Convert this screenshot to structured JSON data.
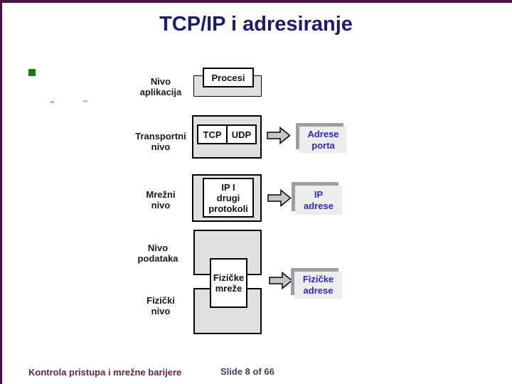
{
  "slide": {
    "title": "TCP/IP i adresiranje",
    "footer": {
      "left": "Kontrola pristupa i mrežne barijere",
      "right": "Slide 8 of 66"
    }
  },
  "colors": {
    "title_navy": "#1b1b70",
    "edge_purple": "#4b1247",
    "bullet_green": "#187818",
    "footer_maroon": "#6b1f47",
    "footer_slate": "#433a5c",
    "address_blue": "#2a2ac8",
    "layer_fill_gray": "#e0e0e0",
    "shadow_gray": "#9f9f9f",
    "arrow_fill_gray": "#c6c6c6"
  },
  "diagram": {
    "row_labels": [
      {
        "line1": "Nivo",
        "line2": "aplikacija"
      },
      {
        "line1": "Transportni",
        "line2": "nivo"
      },
      {
        "line1": "Mrežni",
        "line2": "nivo"
      },
      {
        "line1": "Nivo",
        "line2": "podataka"
      },
      {
        "line1": "Fizički",
        "line2": "nivo"
      }
    ],
    "protocol_boxes": {
      "procesi": "Procesi",
      "tcp": "TCP",
      "udp": "UDP",
      "ip": {
        "line1": "IP I",
        "line2": "drugi",
        "line3": "protokoli"
      },
      "fizicke_mreze": {
        "line1": "Fizičke",
        "line2": "mreže"
      }
    },
    "address_boxes": [
      {
        "line1": "Adrese",
        "line2": "porta"
      },
      {
        "line1": "IP",
        "line2": "adrese"
      },
      {
        "line1": "Fizičke",
        "line2": "adrese"
      }
    ],
    "arrow_icon": "block-arrow-right"
  }
}
